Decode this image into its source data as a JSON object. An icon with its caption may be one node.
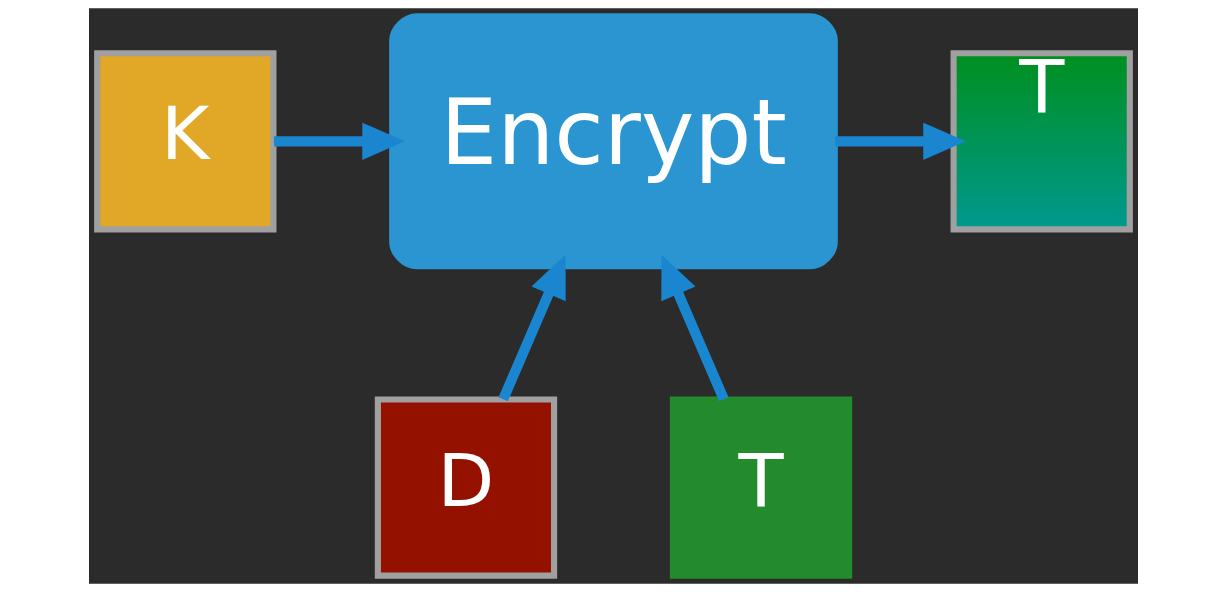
{
  "diagram": {
    "nodes": [
      {
        "text": [
          "K"
        ]
      },
      {
        "text": [
          "Encrypt"
        ]
      },
      {
        "text": [
          "T"
        ]
      },
      {
        "text": [
          "D"
        ]
      },
      {
        "text": [
          "T"
        ]
      }
    ],
    "edges": [
      {
        "from": 0,
        "to": 1,
        "arrow": "to"
      },
      {
        "from": 1,
        "to": 2,
        "arrow": "to"
      },
      {
        "from": 3,
        "to": 1,
        "arrow": "to"
      },
      {
        "from": 4,
        "to": 1,
        "arrow": "to"
      }
    ]
  }
}
